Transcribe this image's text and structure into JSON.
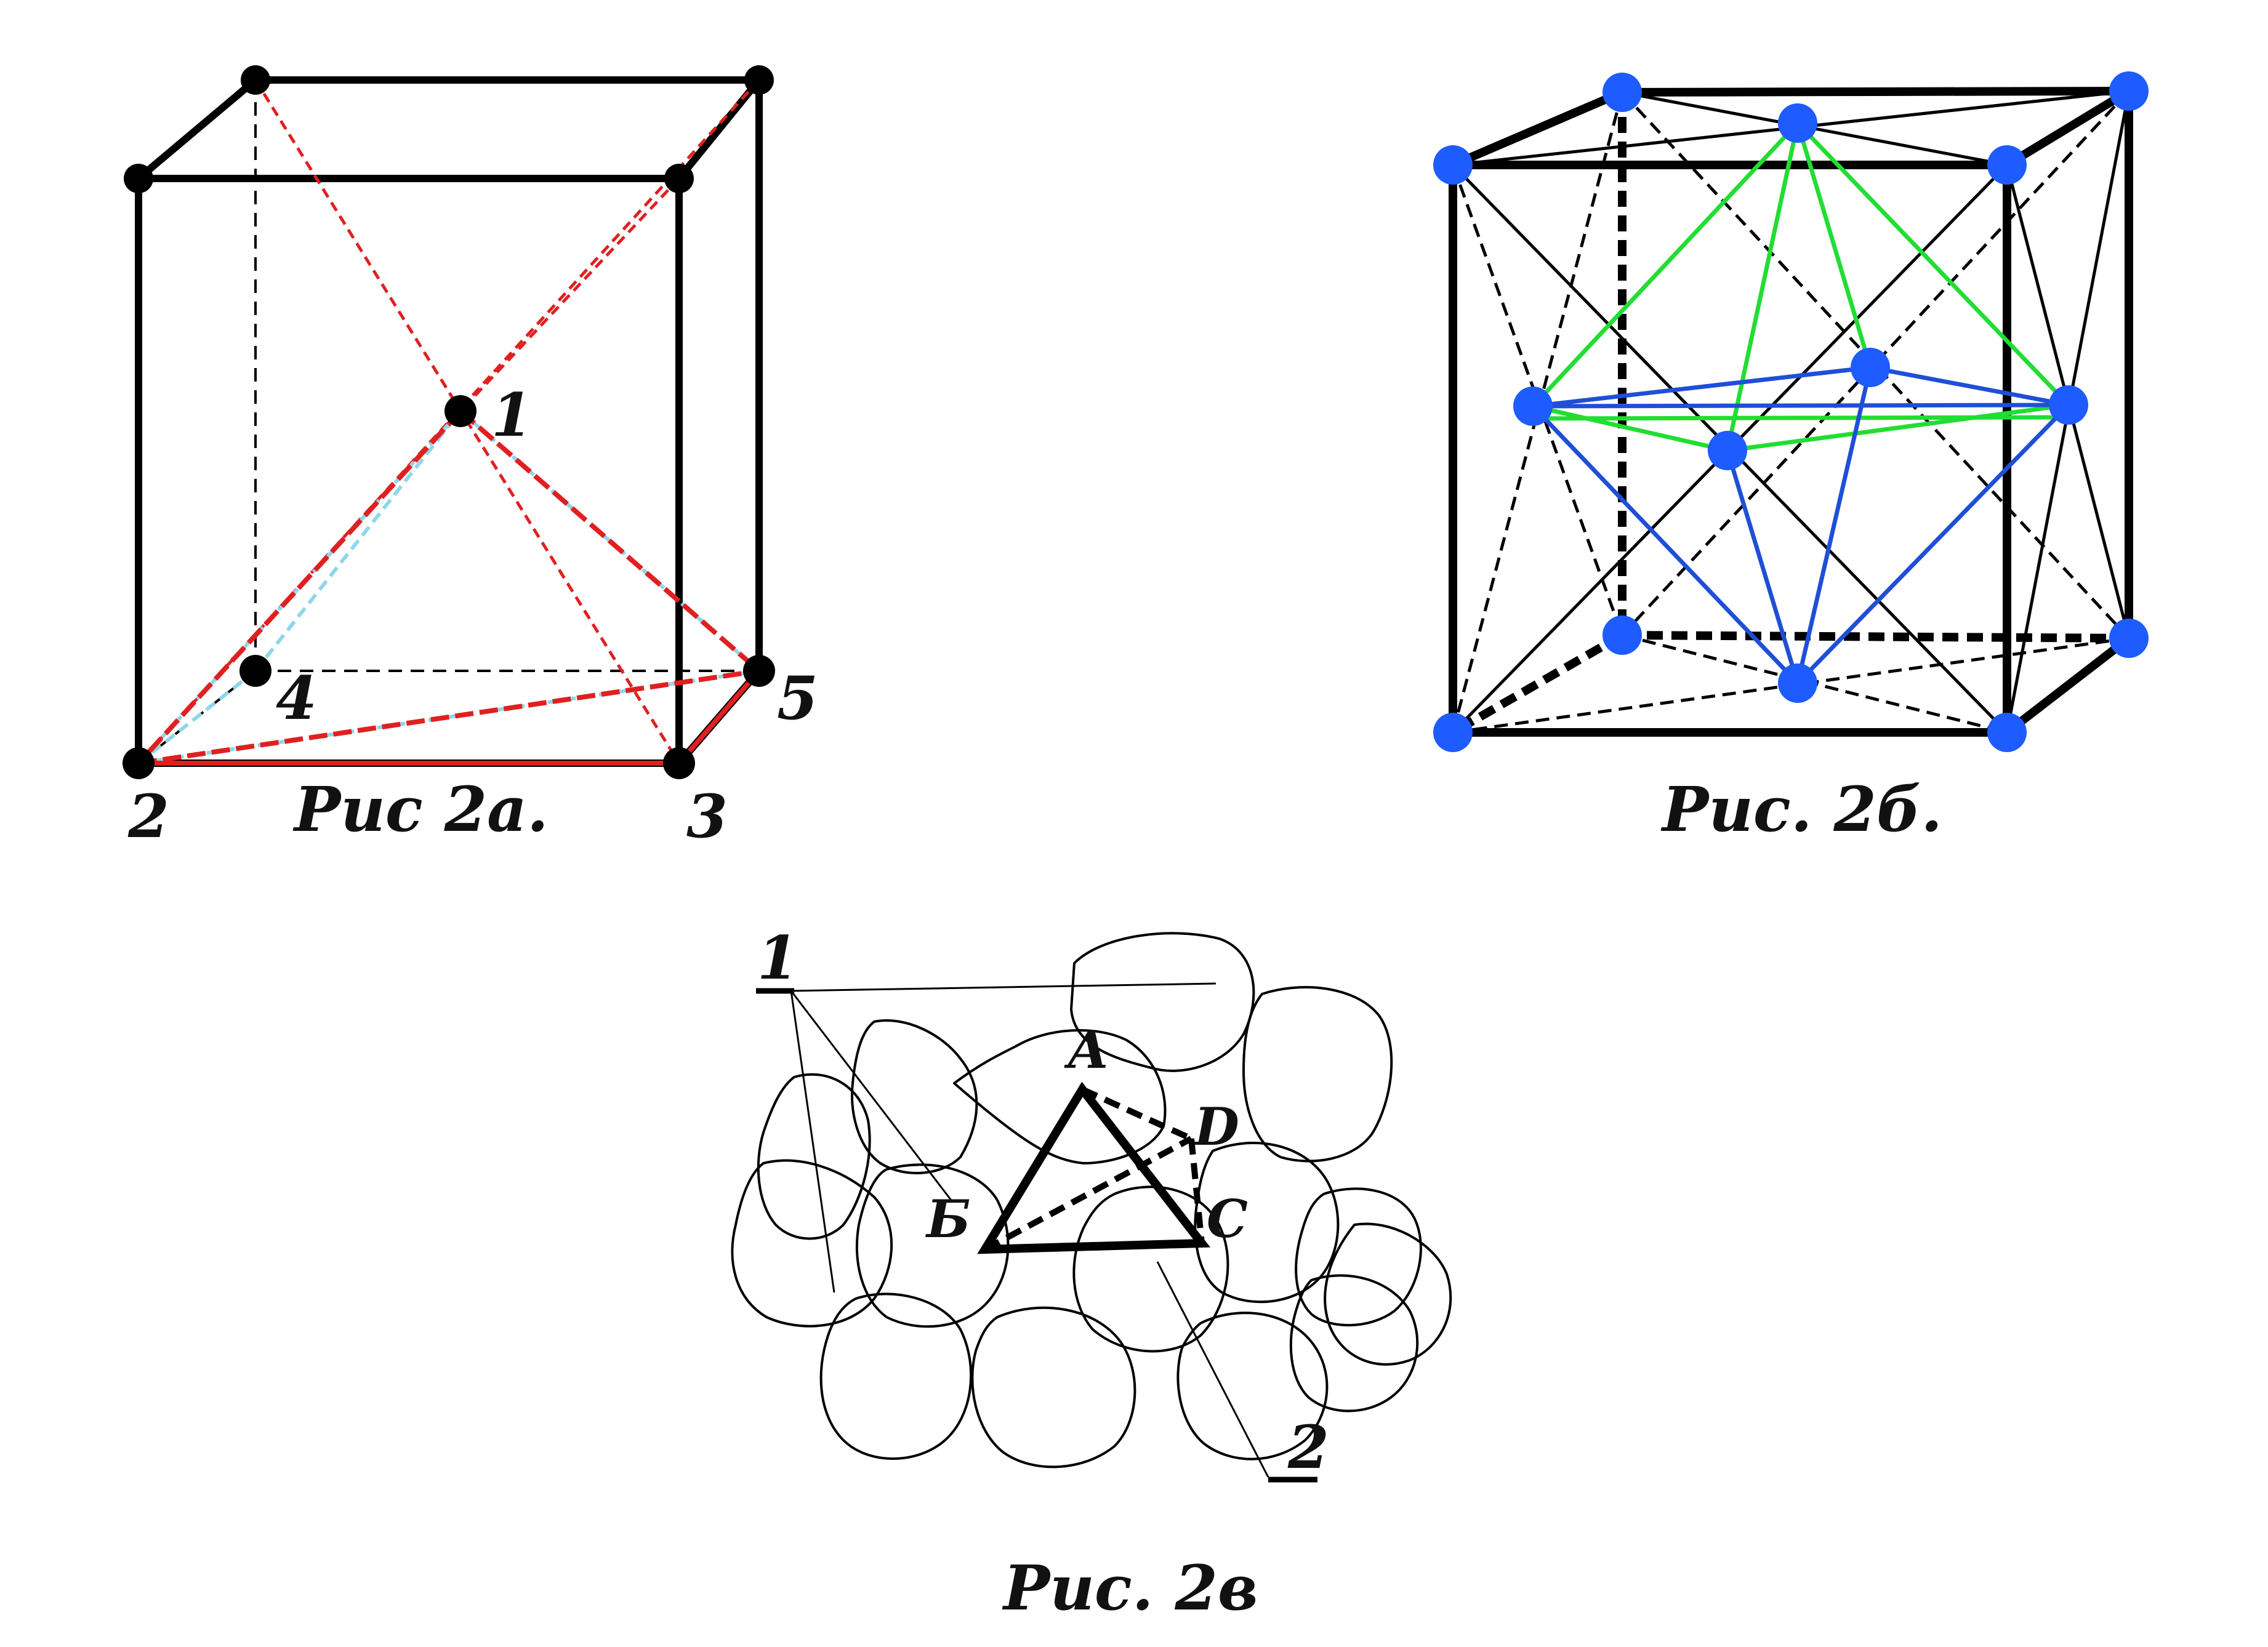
{
  "figure_a": {
    "caption": "Рис 2а.",
    "labels": {
      "p1": "1",
      "p2": "2",
      "p3": "3",
      "p4": "4",
      "p5": "5"
    }
  },
  "figure_b": {
    "caption": "Рис. 2б."
  },
  "figure_c": {
    "caption": "Рис. 2в",
    "labels": {
      "n1": "1",
      "n2": "2",
      "a": "A",
      "b": "Б",
      "c": "C",
      "d": "D"
    }
  },
  "colors": {
    "edge": "#000000",
    "red": "#e02020",
    "cyan": "#8fd6ea",
    "atom_blue": "#1e5cff",
    "green": "#22dd33",
    "blue_line": "#1f4fd6"
  }
}
